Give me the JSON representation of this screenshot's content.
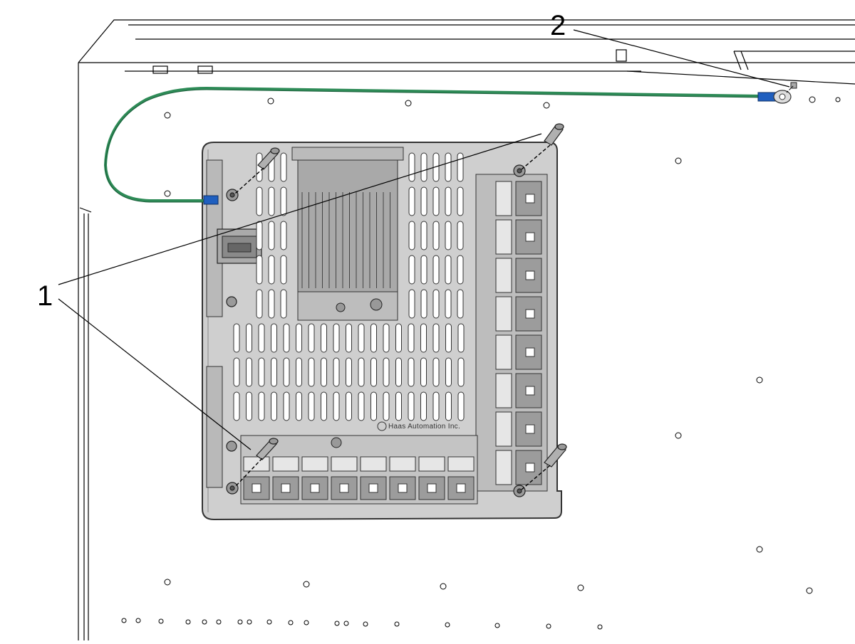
{
  "callouts": [
    {
      "id": "1",
      "label": "1"
    },
    {
      "id": "2",
      "label": "2"
    }
  ],
  "board": {
    "brand_text": "Haas Automation Inc."
  },
  "colors": {
    "ground_wire": "#2e8b57",
    "terminal": "#1f5fbf",
    "board_fill": "#c9c9c9",
    "board_edge": "#444444",
    "line": "#000000"
  },
  "icons": [
    "ground-wire",
    "ring-terminal",
    "standoff-screw",
    "heatsink",
    "connector"
  ]
}
